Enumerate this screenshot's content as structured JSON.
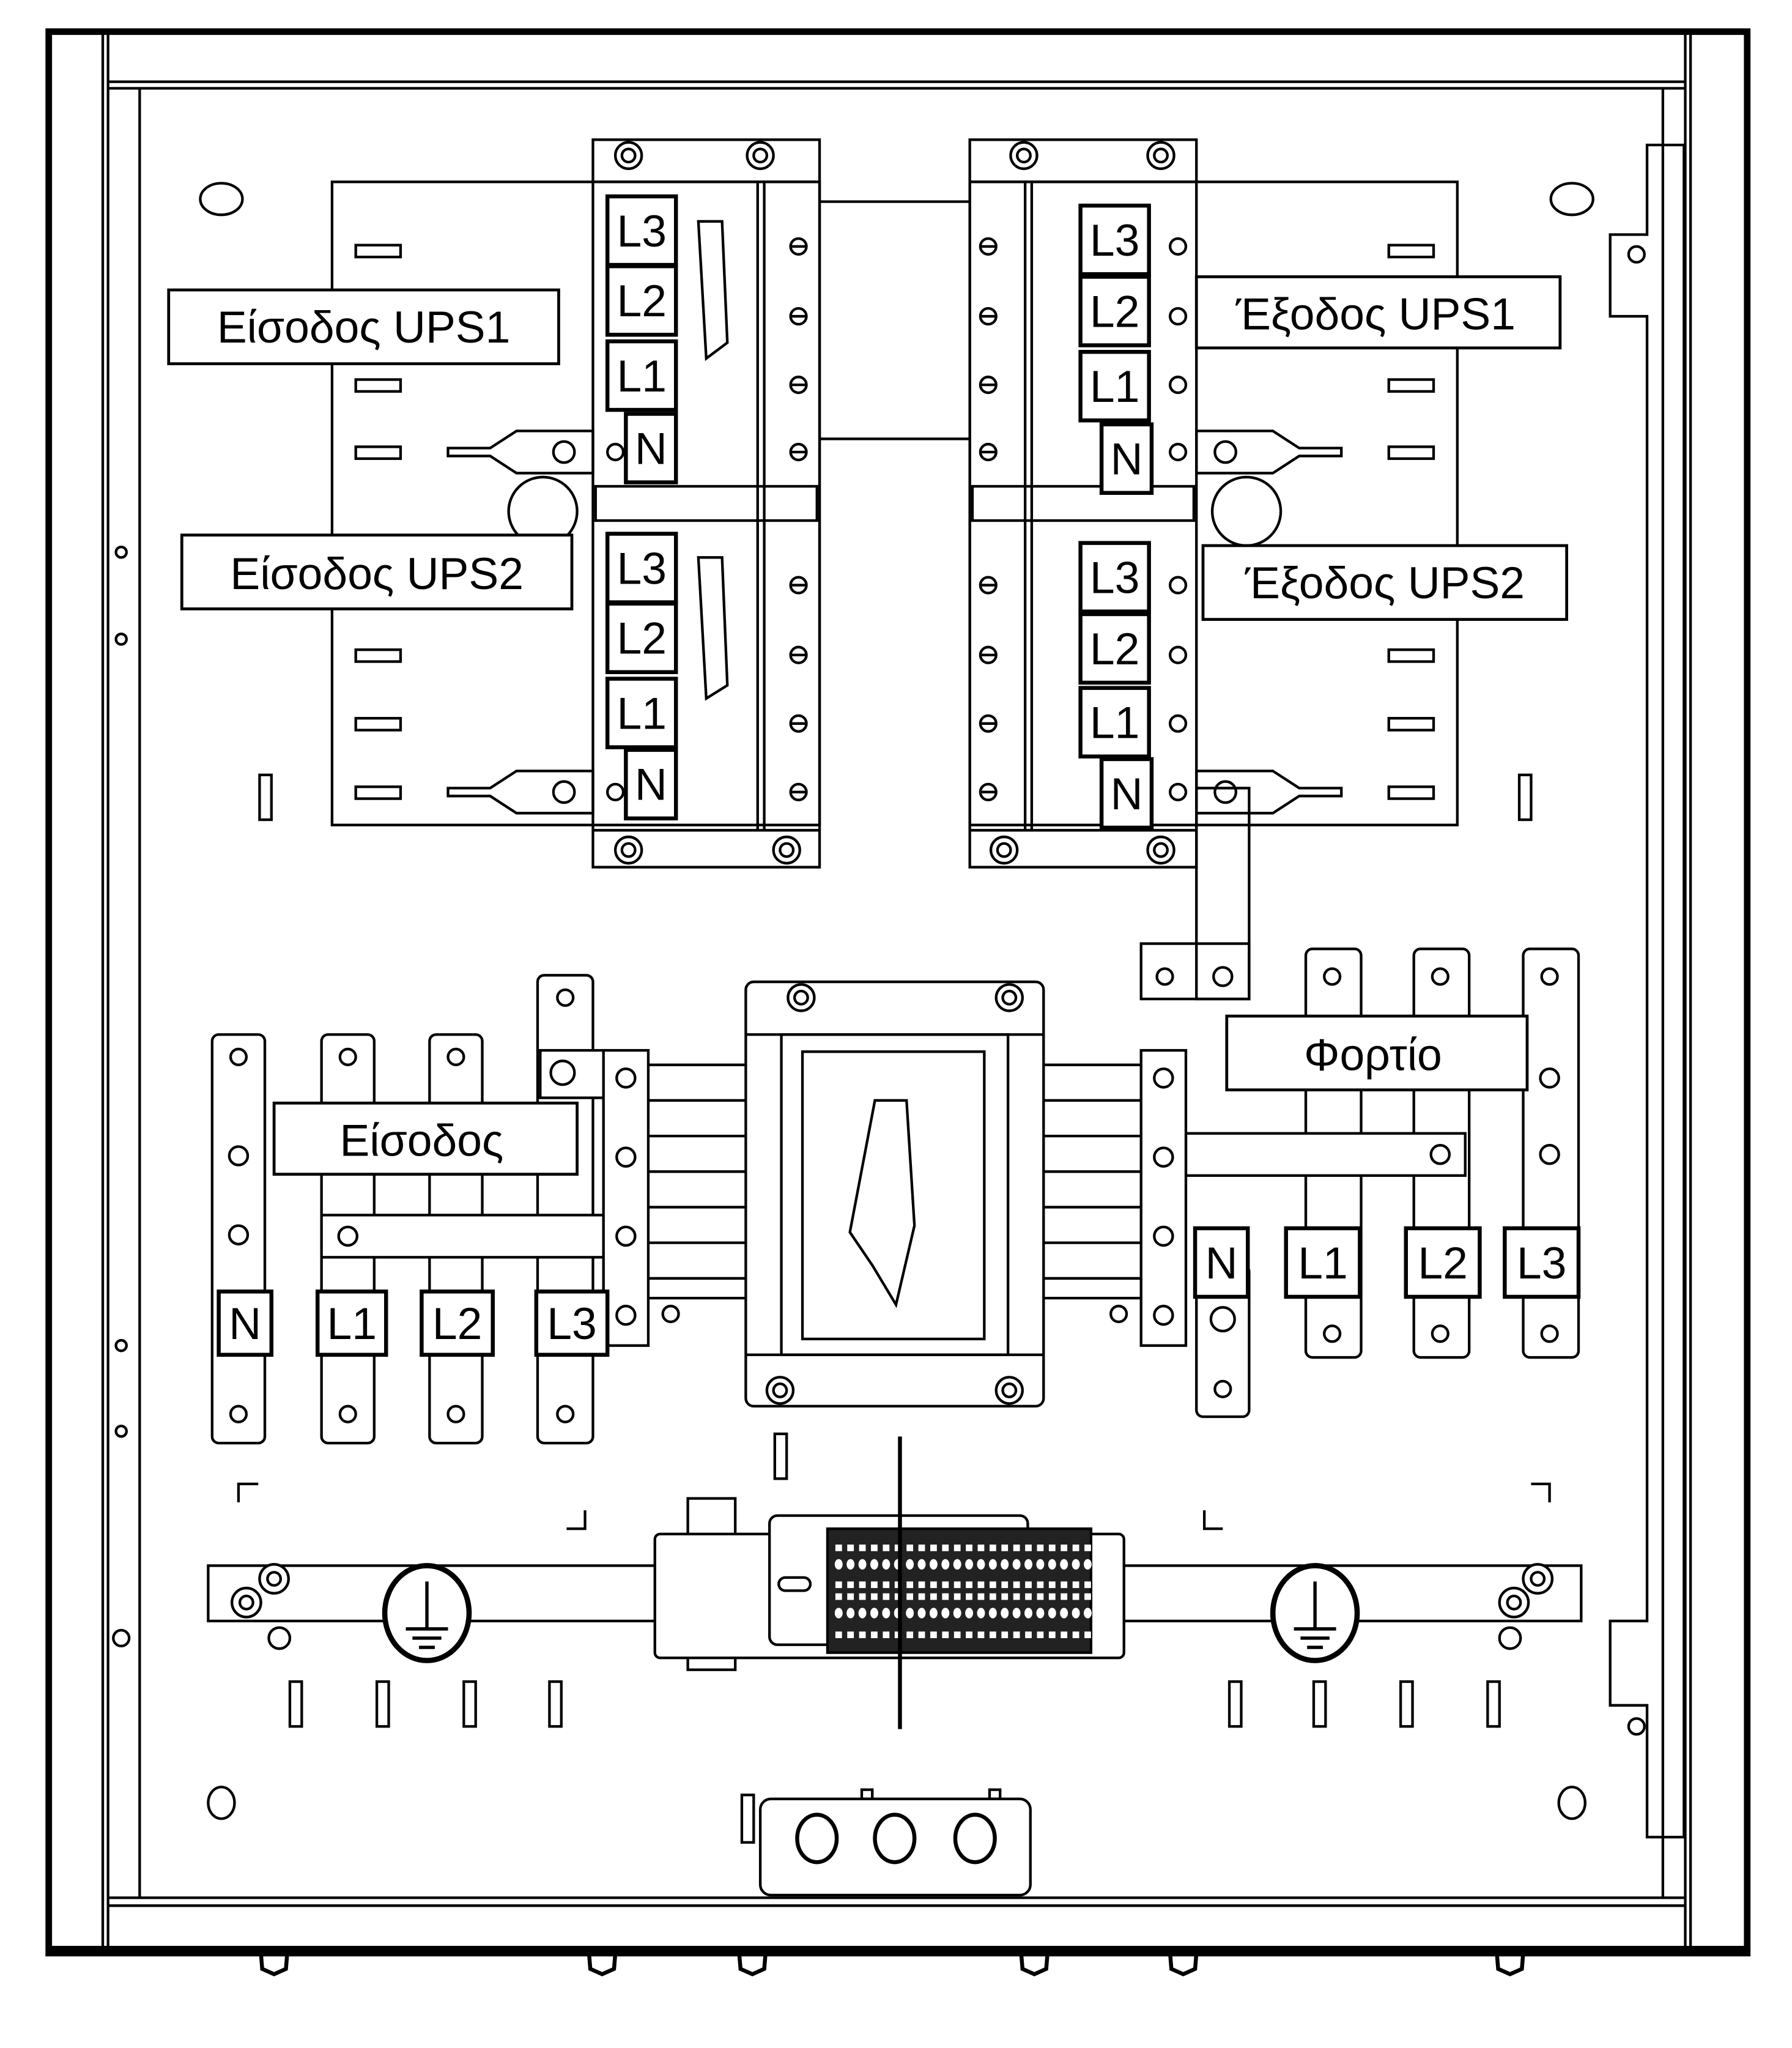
{
  "diagram": {
    "title_visible": false,
    "kind": "electrical-panel-front-view",
    "labels": {
      "ups1_input": "Είσοδος UPS1",
      "ups2_input": "Είσοδος UPS2",
      "ups1_output": "Έξοδος UPS1",
      "ups2_output": "Έξοδος UPS2",
      "main_input": "Είσοδος",
      "load": "Φορτίο"
    },
    "phase_terminals": {
      "ups1_input": [
        "L3",
        "L2",
        "L1",
        "N"
      ],
      "ups2_input": [
        "L3",
        "L2",
        "L1",
        "N"
      ],
      "ups1_output": [
        "L3",
        "L2",
        "L1",
        "N"
      ],
      "ups2_output": [
        "L3",
        "L2",
        "L1",
        "N"
      ],
      "main_input": [
        "N",
        "L1",
        "L2",
        "L3"
      ],
      "load": [
        "N",
        "L1",
        "L2",
        "L3"
      ]
    },
    "symbols": {
      "earth_left": "protective-earth",
      "earth_right": "protective-earth"
    },
    "colors": {
      "line": "#000000",
      "background": "#ffffff"
    }
  }
}
